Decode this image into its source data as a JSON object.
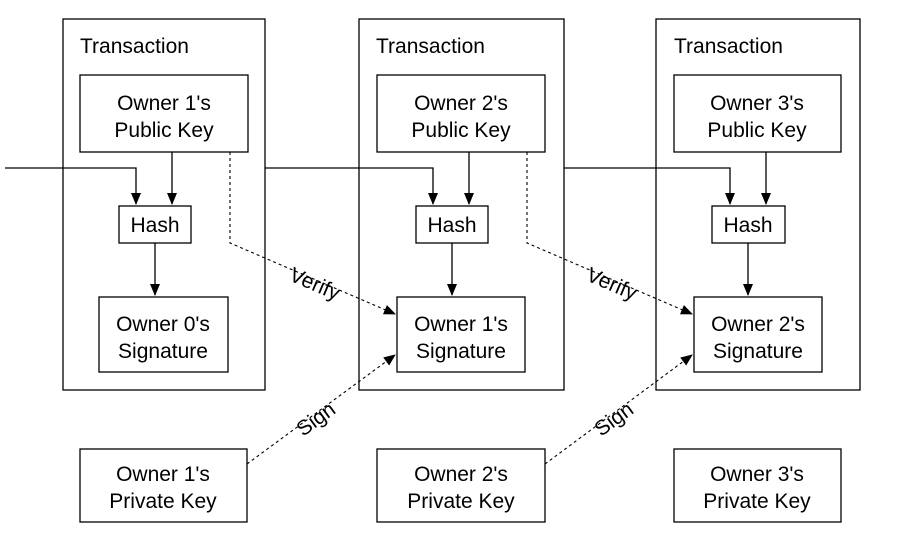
{
  "colors": {
    "stroke": "#000000",
    "background": "#ffffff"
  },
  "transactions": [
    {
      "title": "Transaction",
      "public_key": [
        "Owner 1's",
        "Public Key"
      ],
      "hash": "Hash",
      "signature": [
        "Owner 0's",
        "Signature"
      ]
    },
    {
      "title": "Transaction",
      "public_key": [
        "Owner 2's",
        "Public Key"
      ],
      "hash": "Hash",
      "signature": [
        "Owner 1's",
        "Signature"
      ]
    },
    {
      "title": "Transaction",
      "public_key": [
        "Owner 3's",
        "Public Key"
      ],
      "hash": "Hash",
      "signature": [
        "Owner 2's",
        "Signature"
      ]
    }
  ],
  "private_keys": [
    [
      "Owner 1's",
      "Private Key"
    ],
    [
      "Owner 2's",
      "Private Key"
    ],
    [
      "Owner 3's",
      "Private Key"
    ]
  ],
  "labels": {
    "verify": "Verify",
    "sign": "Sign"
  }
}
